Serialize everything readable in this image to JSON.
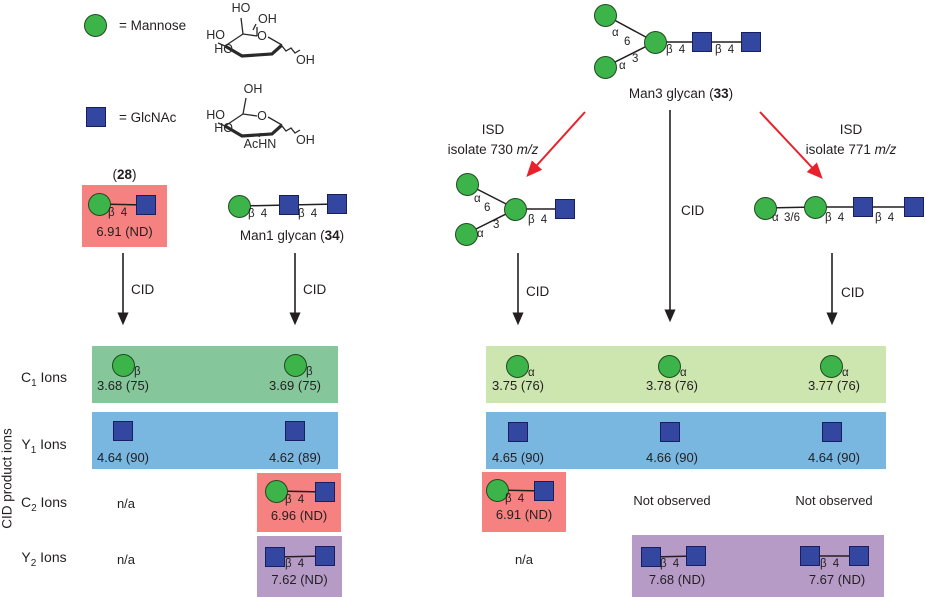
{
  "colors": {
    "ink": "#231f20",
    "mannose": "#3db44a",
    "mannose_outline": "#1e4a22",
    "glcnac": "#3347a0",
    "glcnac_outline": "#171f60",
    "row_green_dark": "#85c79b",
    "row_green_light": "#cde5af",
    "row_blue": "#79b6e0",
    "highlight_red": "#f58181",
    "highlight_purple": "#b69bc7",
    "arrow_red": "#e8212a"
  },
  "labels": {
    "cid": "CID",
    "cid_product_ions": "CID product ions"
  },
  "glyphs": {
    "alpha": "α",
    "beta": "β",
    "beta4": "β 4",
    "n3": "3",
    "n6": "6",
    "n36": "3/6"
  },
  "legend": {
    "mannose_label": "= Mannose",
    "glcnac_label": "= GlcNAc",
    "mannose_structure": {
      "ho_top": "HO",
      "oh_top": "OH",
      "ho_left": "HO",
      "ho_lower": "HO",
      "ring_o": "O",
      "oh_anomeric": "OH"
    },
    "glcnac_structure": {
      "oh_top": "OH",
      "ho_left": "HO",
      "ho_lower": "HO",
      "ring_o": "O",
      "achn": "AcHN",
      "oh_anomeric": "OH"
    }
  },
  "titles": {
    "man3": {
      "prefix": "Man3 glycan (",
      "num": "33",
      "suffix": ")"
    },
    "man1": {
      "prefix": "Man1 glycan (",
      "num": "34",
      "suffix": ")"
    },
    "c28": {
      "prefix": "(",
      "num": "28",
      "suffix": ")"
    }
  },
  "isd_left": {
    "line1": "ISD",
    "line2_pre": "isolate 730 ",
    "line2_italic": "m/z"
  },
  "isd_right": {
    "line1": "ISD",
    "line2_pre": "isolate 771 ",
    "line2_italic": "m/z"
  },
  "rows": {
    "c1": {
      "letter": "C",
      "sub": "1",
      "word": "Ions"
    },
    "y1": {
      "letter": "Y",
      "sub": "1",
      "word": "Ions"
    },
    "c2": {
      "letter": "C",
      "sub": "2",
      "word": "Ions"
    },
    "y2": {
      "letter": "Y",
      "sub": "2",
      "word": "Ions"
    }
  },
  "box28_value": "6.91 (ND)",
  "results": {
    "c1": [
      "3.68 (75)",
      "3.69 (75)",
      "3.75 (76)",
      "3.78 (76)",
      "3.77 (76)"
    ],
    "y1": [
      "4.64 (90)",
      "4.62 (89)",
      "4.65 (90)",
      "4.66 (90)",
      "4.64 (90)"
    ],
    "c2": [
      "n/a",
      "6.96 (ND)",
      "6.91 (ND)",
      "Not observed",
      "Not observed"
    ],
    "y2": [
      "n/a",
      "7.62 (ND)",
      "n/a",
      "7.68 (ND)",
      "7.67 (ND)"
    ]
  }
}
